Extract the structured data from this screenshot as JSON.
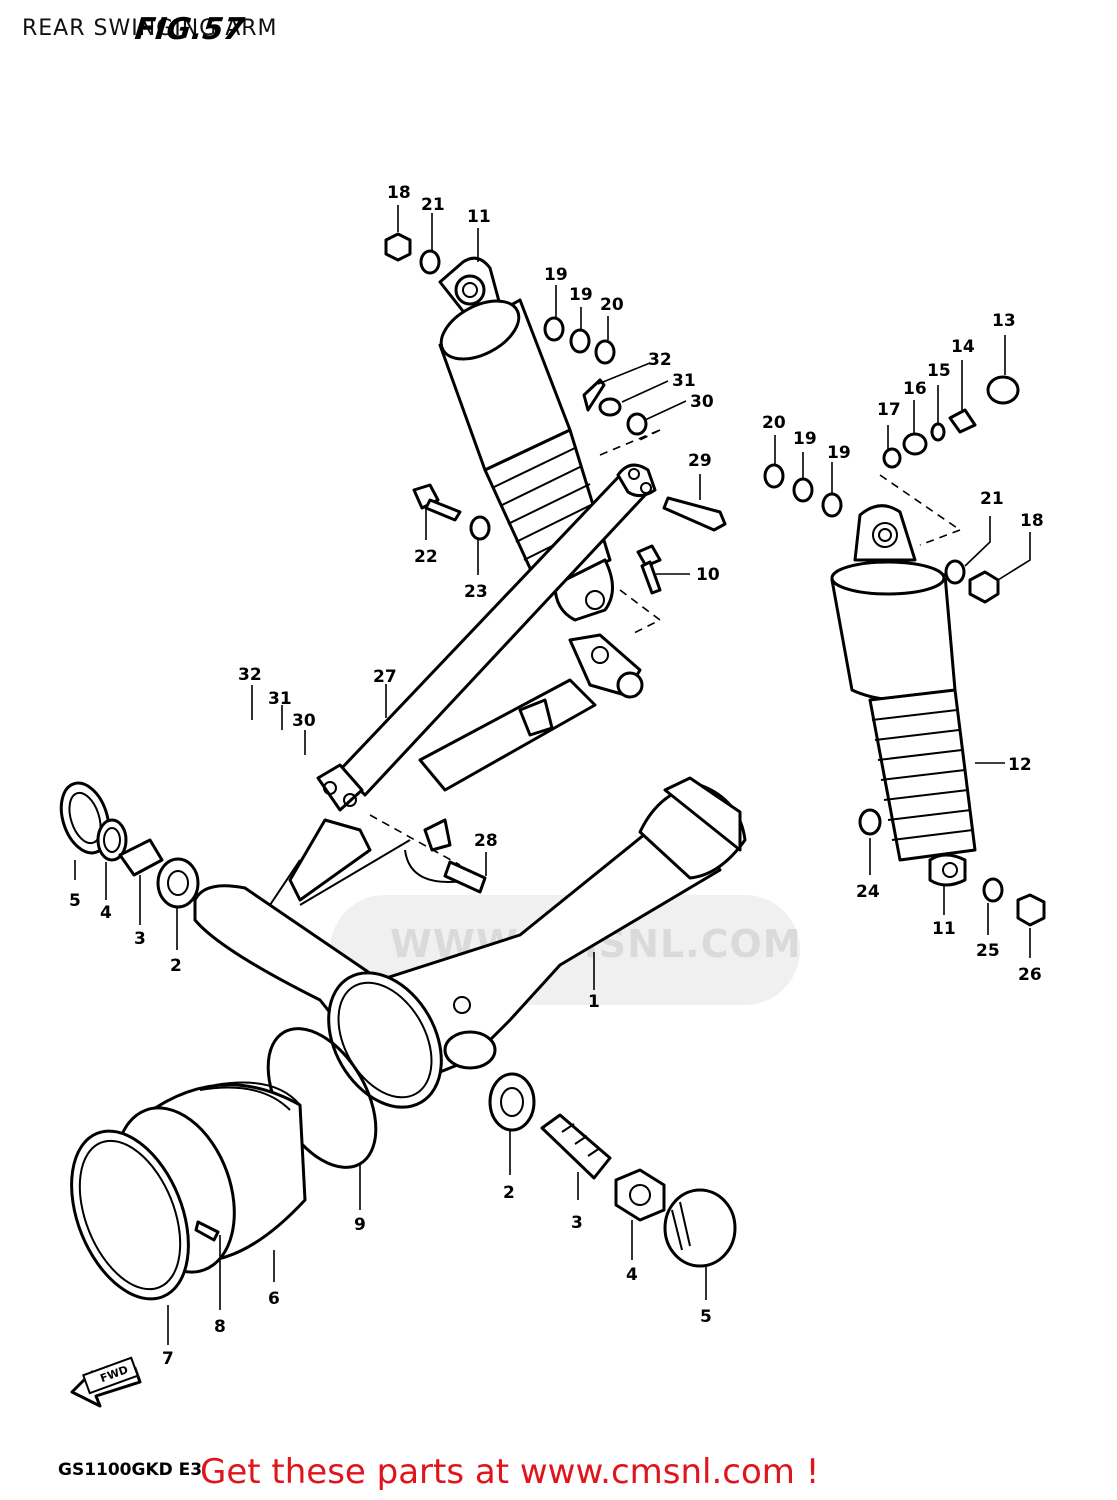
{
  "header": {
    "section_title": "REAR SWINGING ARM",
    "figure_title": "FIG.57"
  },
  "watermark": {
    "text": "WWW.CMSNL.COM"
  },
  "forward_indicator": {
    "text": "FWD",
    "icon": "forward-arrow-icon"
  },
  "footer": {
    "model_code": "GS1100GKD E3",
    "cta": "Get these parts at www.cmsnl.com !",
    "cta_color": "#e1141b"
  },
  "callouts": [
    {
      "id": "c18a",
      "label": "18"
    },
    {
      "id": "c21a",
      "label": "21"
    },
    {
      "id": "c11a",
      "label": "11"
    },
    {
      "id": "c19a",
      "label": "19"
    },
    {
      "id": "c19b",
      "label": "19"
    },
    {
      "id": "c20a",
      "label": "20"
    },
    {
      "id": "c32a",
      "label": "32"
    },
    {
      "id": "c31a",
      "label": "31"
    },
    {
      "id": "c30a",
      "label": "30"
    },
    {
      "id": "c29",
      "label": "29"
    },
    {
      "id": "c22",
      "label": "22"
    },
    {
      "id": "c23",
      "label": "23"
    },
    {
      "id": "c10",
      "label": "10"
    },
    {
      "id": "c13",
      "label": "13"
    },
    {
      "id": "c14",
      "label": "14"
    },
    {
      "id": "c15",
      "label": "15"
    },
    {
      "id": "c16",
      "label": "16"
    },
    {
      "id": "c17",
      "label": "17"
    },
    {
      "id": "c20b",
      "label": "20"
    },
    {
      "id": "c19c",
      "label": "19"
    },
    {
      "id": "c19d",
      "label": "19"
    },
    {
      "id": "c21b",
      "label": "21"
    },
    {
      "id": "c18b",
      "label": "18"
    },
    {
      "id": "c32b",
      "label": "32"
    },
    {
      "id": "c27",
      "label": "27"
    },
    {
      "id": "c31b",
      "label": "31"
    },
    {
      "id": "c30b",
      "label": "30"
    },
    {
      "id": "c12",
      "label": "12"
    },
    {
      "id": "c28",
      "label": "28"
    },
    {
      "id": "c5a",
      "label": "5"
    },
    {
      "id": "c4a",
      "label": "4"
    },
    {
      "id": "c3a",
      "label": "3"
    },
    {
      "id": "c2a",
      "label": "2"
    },
    {
      "id": "c24",
      "label": "24"
    },
    {
      "id": "c11b",
      "label": "11"
    },
    {
      "id": "c25",
      "label": "25"
    },
    {
      "id": "c26",
      "label": "26"
    },
    {
      "id": "c1",
      "label": "1"
    },
    {
      "id": "c9",
      "label": "9"
    },
    {
      "id": "c2b",
      "label": "2"
    },
    {
      "id": "c3b",
      "label": "3"
    },
    {
      "id": "c4b",
      "label": "4"
    },
    {
      "id": "c5b",
      "label": "5"
    },
    {
      "id": "c6",
      "label": "6"
    },
    {
      "id": "c8",
      "label": "8"
    },
    {
      "id": "c7",
      "label": "7"
    }
  ]
}
